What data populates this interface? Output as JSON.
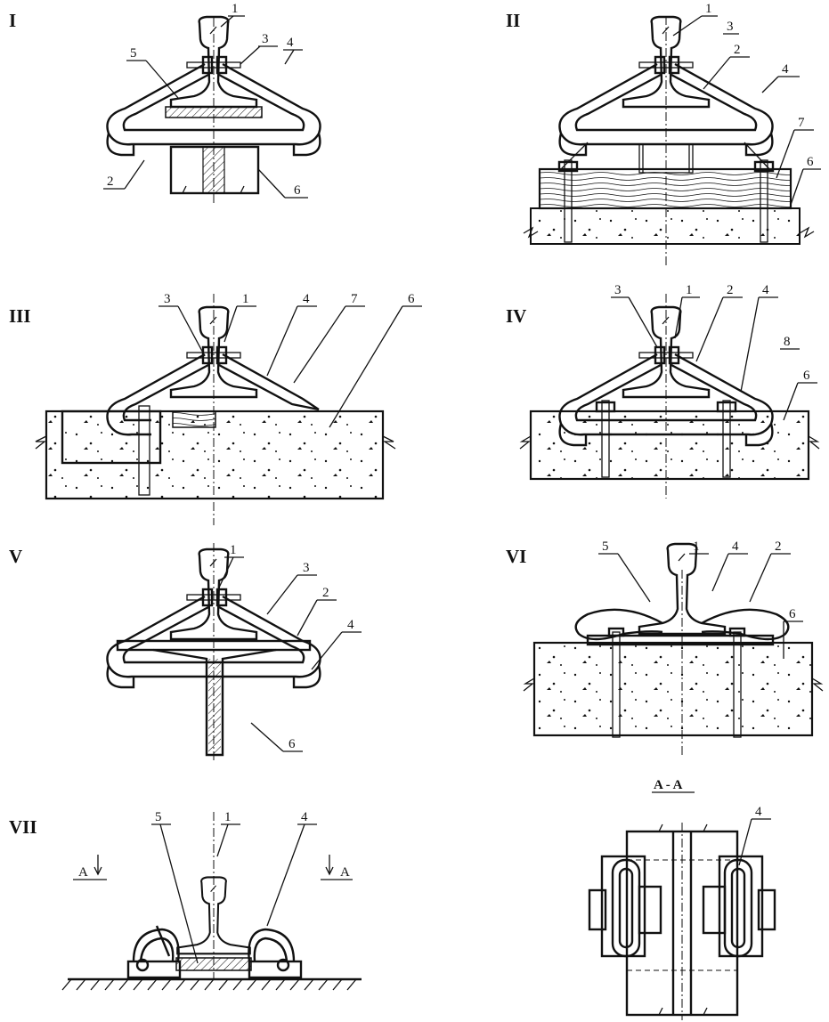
{
  "figures": [
    {
      "id": "I",
      "labels": [
        "1",
        "3",
        "4",
        "5",
        "2",
        "6"
      ]
    },
    {
      "id": "II",
      "labels": [
        "1",
        "3",
        "2",
        "4",
        "7",
        "6"
      ]
    },
    {
      "id": "III",
      "labels": [
        "3",
        "1",
        "4",
        "7",
        "6"
      ]
    },
    {
      "id": "IV",
      "labels": [
        "3",
        "1",
        "2",
        "4",
        "8",
        "6"
      ]
    },
    {
      "id": "V",
      "labels": [
        "1",
        "3",
        "2",
        "4",
        "6"
      ]
    },
    {
      "id": "VI",
      "labels": [
        "5",
        "1",
        "4",
        "2",
        "6"
      ]
    },
    {
      "id": "VII",
      "labels": [
        "5",
        "1",
        "4"
      ],
      "section_mark": "A"
    },
    {
      "id": "A - A",
      "labels": [
        "4"
      ]
    }
  ],
  "colors": {
    "line": "#111111",
    "background": "#ffffff"
  }
}
